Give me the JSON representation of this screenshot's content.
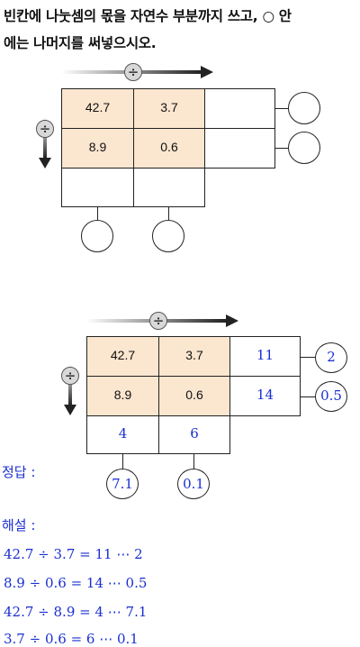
{
  "question": {
    "line1": "빈칸에 나눗셈의 몫을 자연수 부분까지 쓰고, ○ 안",
    "line2": "에는 나머지를 써넣으시오."
  },
  "operator": {
    "symbol": "÷"
  },
  "table": {
    "cells": [
      [
        "42.7",
        "3.7"
      ],
      [
        "8.9",
        "0.6"
      ]
    ]
  },
  "answer_table": {
    "row_quotients": [
      "11",
      "14"
    ],
    "row_remainders": [
      "2",
      "0.5"
    ],
    "col_quotients": [
      "4",
      "6"
    ],
    "col_remainders": [
      "7.1",
      "0.1"
    ]
  },
  "labels": {
    "answer": "정답 :",
    "explanation": "해설 :"
  },
  "solutions": [
    "42.7 ÷ 3.7 = 11 ⋯ 2",
    "8.9 ÷ 0.6 = 14 ⋯ 0.5",
    "42.7 ÷ 8.9 = 4 ⋯ 7.1",
    "3.7 ÷ 0.6 = 6 ⋯ 0.1"
  ],
  "colors": {
    "shade": "#fbe6cf",
    "answer_blue": "#1a2fd0"
  }
}
